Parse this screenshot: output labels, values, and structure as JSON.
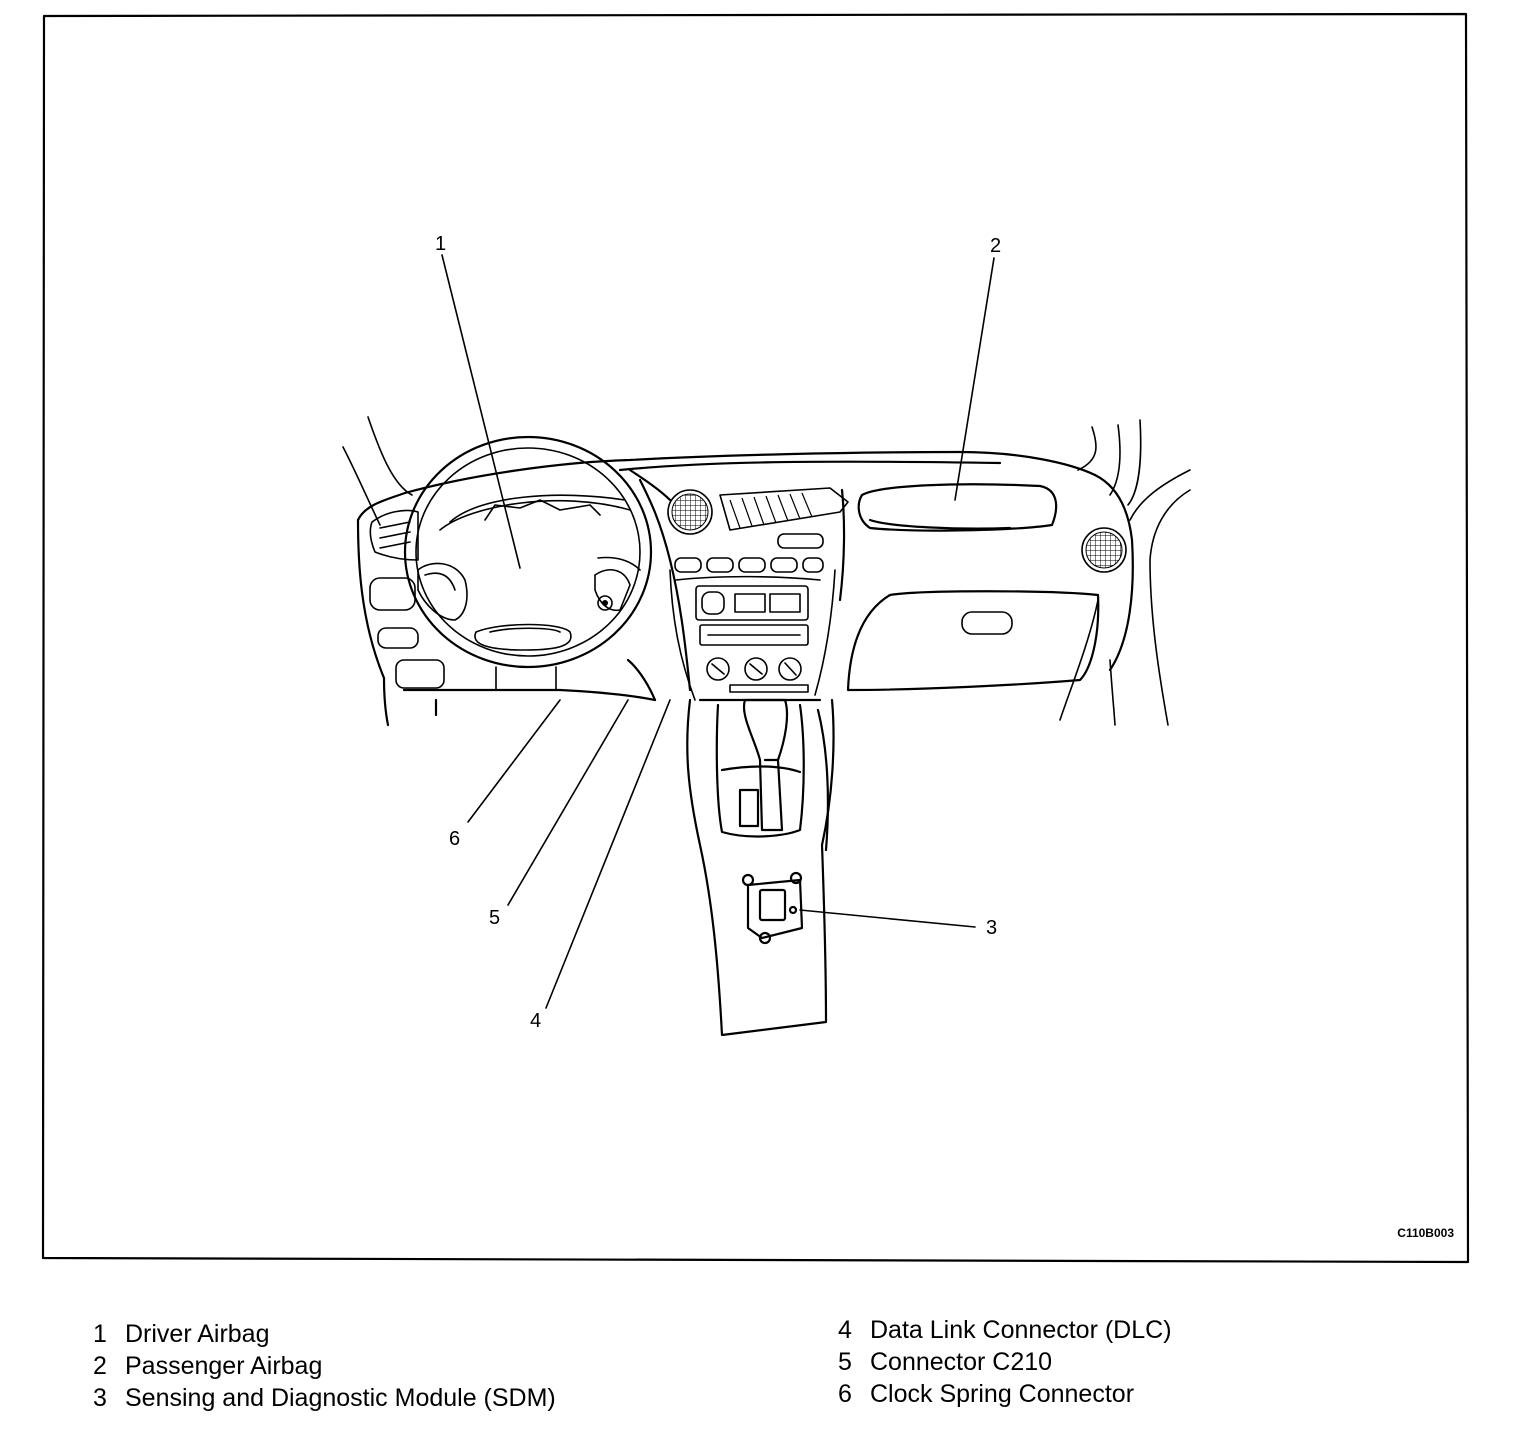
{
  "figure": {
    "code": "C110B003",
    "callouts": [
      {
        "id": "1",
        "label": "1"
      },
      {
        "id": "2",
        "label": "2"
      },
      {
        "id": "3",
        "label": "3"
      },
      {
        "id": "4",
        "label": "4"
      },
      {
        "id": "5",
        "label": "5"
      },
      {
        "id": "6",
        "label": "6"
      }
    ]
  },
  "legend": {
    "left": [
      {
        "num": "1",
        "text": "Driver Airbag"
      },
      {
        "num": "2",
        "text": "Passenger Airbag"
      },
      {
        "num": "3",
        "text": "Sensing and Diagnostic Module (SDM)"
      }
    ],
    "right": [
      {
        "num": "4",
        "text": "Data Link Connector (DLC)"
      },
      {
        "num": "5",
        "text": "Connector C210"
      },
      {
        "num": "6",
        "text": "Clock Spring Connector"
      }
    ]
  }
}
